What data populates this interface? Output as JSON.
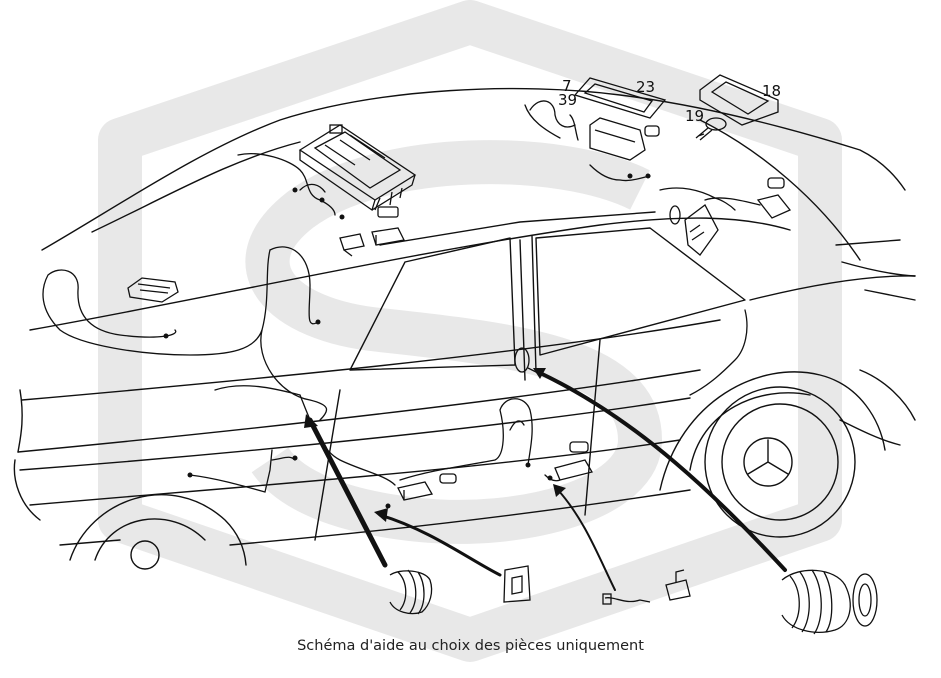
{
  "diagram": {
    "callouts": [
      {
        "id": "c7",
        "text": "7"
      },
      {
        "id": "c39",
        "text": "39"
      },
      {
        "id": "c23",
        "text": "23"
      },
      {
        "id": "c18",
        "text": "18"
      },
      {
        "id": "c19",
        "text": "19"
      }
    ],
    "caption": "Schéma d'aide au choix des pièces uniquement",
    "colors": {
      "line": "#111111",
      "watermark": "#e6e6e6",
      "background": "#ffffff"
    }
  }
}
